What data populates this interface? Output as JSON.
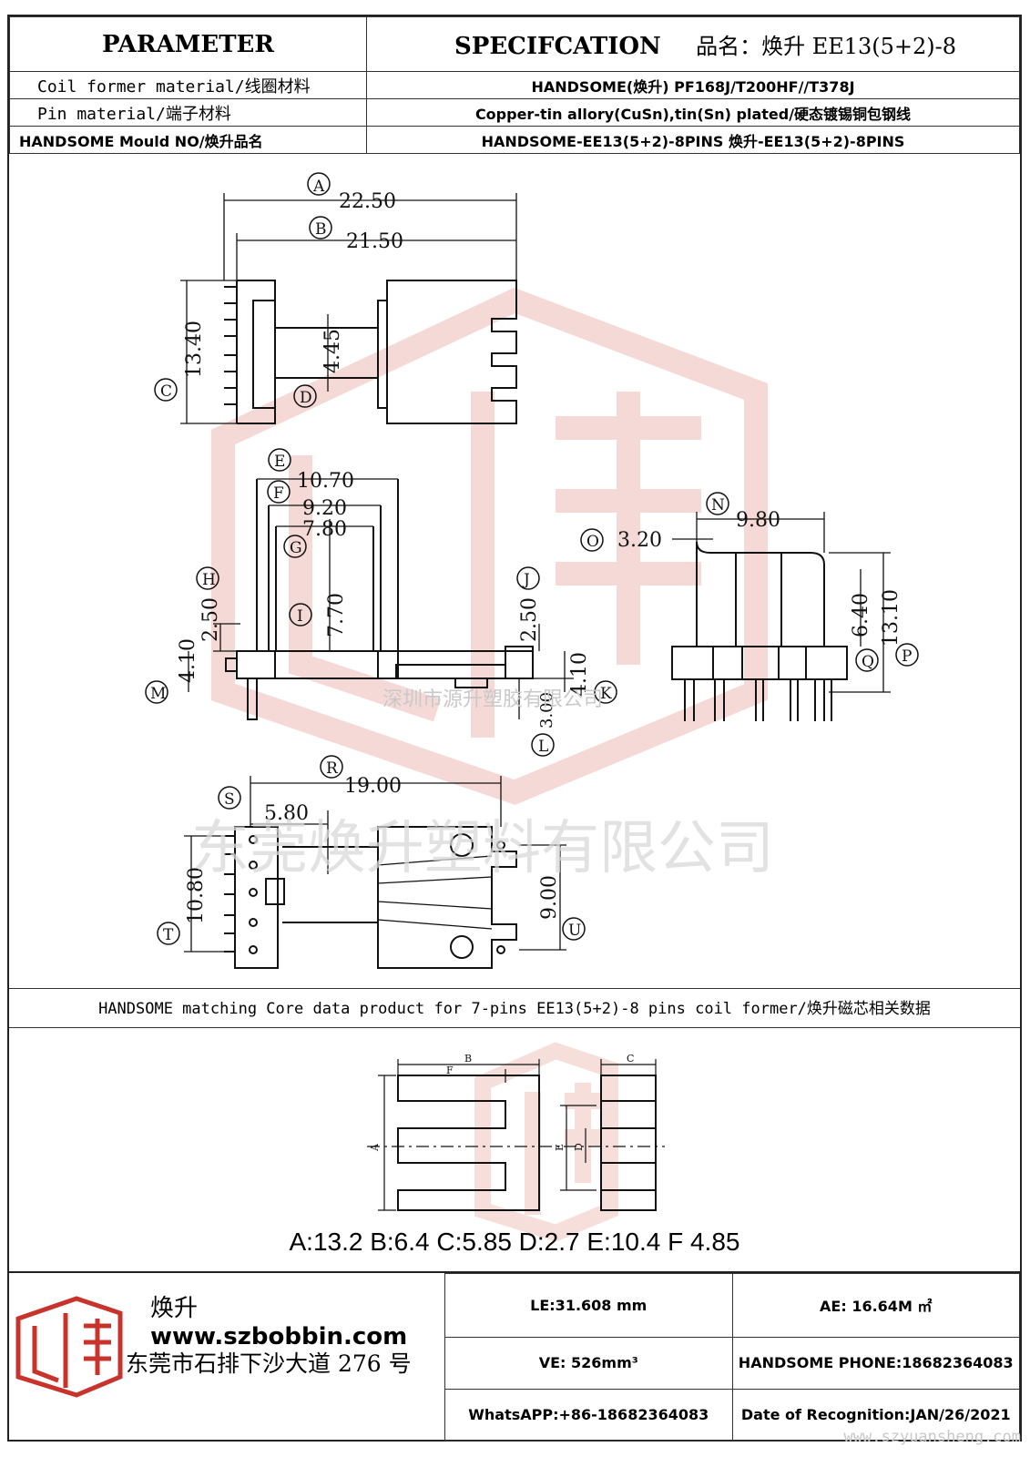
{
  "header": {
    "parameter_title": "PARAMETER",
    "spec_title": "SPECIFCATION",
    "product_name": "品名：焕升 EE13(5+2)-8",
    "rows": [
      {
        "label": "Coil former material/线圈材料",
        "value": "HANDSOME(焕升)   PF168J/T200HF//T378J"
      },
      {
        "label": "Pin material/端子材料",
        "value": "Copper-tin allory(CuSn),tin(Sn) plated/硬态镀锡铜包钢线"
      },
      {
        "label": "HANDSOME Mould NO/焕升品名",
        "value": "HANDSOME-EE13(5+2)-8PINS    焕升-EE13(5+2)-8PINS"
      }
    ]
  },
  "dimensions": {
    "A": {
      "tag": "A",
      "value": "22.50"
    },
    "B": {
      "tag": "B",
      "value": "21.50"
    },
    "C": {
      "tag": "C",
      "value": "13.40"
    },
    "D": {
      "tag": "D",
      "value": "4.45"
    },
    "E": {
      "tag": "E",
      "value": "10.70"
    },
    "F": {
      "tag": "F",
      "value": "9.20"
    },
    "G": {
      "tag": "G",
      "value": "7.80"
    },
    "H": {
      "tag": "H",
      "value": "2.50"
    },
    "I": {
      "tag": "I",
      "value": "7.70"
    },
    "J": {
      "tag": "J",
      "value": "2.50"
    },
    "K": {
      "tag": "K",
      "value": "4.10"
    },
    "L": {
      "tag": "L",
      "value": "3.00"
    },
    "M": {
      "tag": "M",
      "value": "4.10"
    },
    "N": {
      "tag": "N",
      "value": "9.80"
    },
    "O": {
      "tag": "O",
      "value": "3.20"
    },
    "P": {
      "tag": "P",
      "value": "13.10"
    },
    "Q": {
      "tag": "Q",
      "value": "6.40"
    },
    "R": {
      "tag": "R",
      "value": "19.00"
    },
    "S": {
      "tag": "S",
      "value": "5.80"
    },
    "T": {
      "tag": "T",
      "value": "10.80"
    },
    "U": {
      "tag": "U",
      "value": "9.00"
    }
  },
  "core": {
    "bar_text": "HANDSOME matching Core data  product for 7-pins EE13(5+2)-8 pins coil former/焕升磁芯相关数据",
    "labels": {
      "A": "A",
      "B": "B",
      "C": "C",
      "D": "D",
      "E": "E",
      "F": "F"
    },
    "values_text": "A:13.2 B:6.4 C:5.85 D:2.7 E:10.4 F 4.85"
  },
  "footer": {
    "brand_cn": "焕升",
    "website": "www.szbobbin.com",
    "address": "东莞市石排下沙大道 276 号",
    "le": "LE:31.608 mm",
    "ae": "AE: 16.64M ㎡",
    "ve": "VE: 526mm³",
    "phone": "HANDSOME PHONE:18682364083",
    "whatsapp": "WhatsAPP:+86-18682364083",
    "date": "Date of Recognition:JAN/26/2021"
  },
  "watermarks": {
    "company_small": "深圳市源升塑胶有限公司",
    "company_large": "东莞焕升塑料有限公司",
    "url": "www.szyuansheng.com"
  },
  "colors": {
    "watermark_red": "#e9b4b0",
    "line": "#111111"
  }
}
